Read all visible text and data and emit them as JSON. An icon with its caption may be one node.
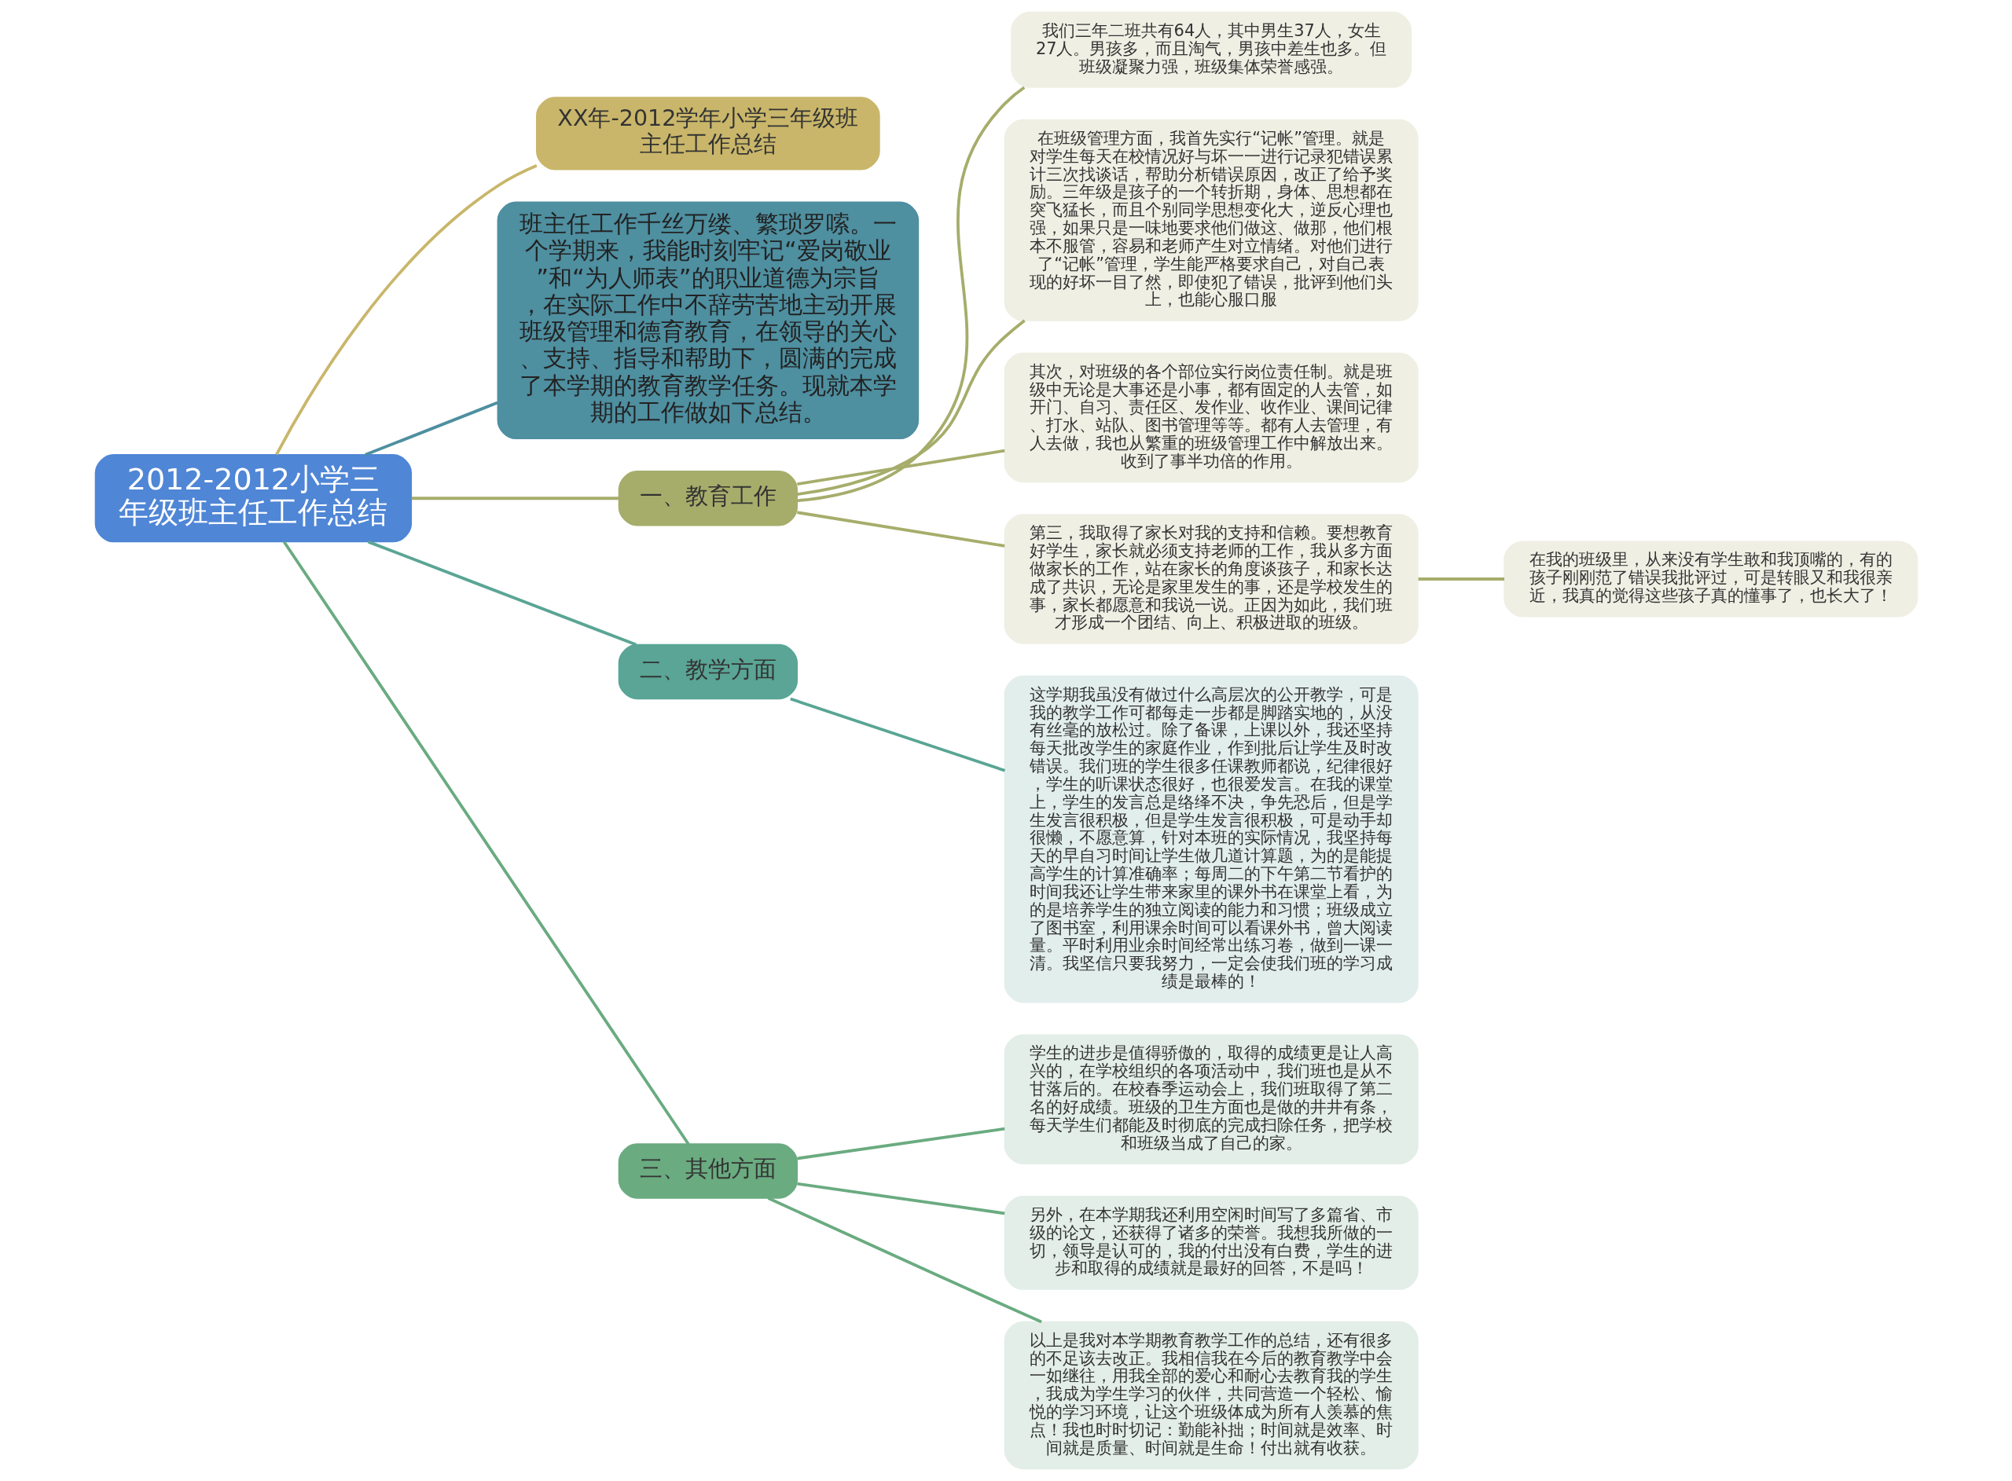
{
  "diagram": {
    "nodes": [
      {
        "text": [
          "2012-2012小学三年级班主任工作总结"
        ]
      },
      {
        "text": [
          "XX年-2012学年小学三年级班主任工作总结"
        ]
      },
      {
        "text": [
          "班主任工作千丝万缕、繁琐罗嗦。一个学期来，我能时刻牢记“爱岗敬业”和“为人师表”的职业道德为宗旨，在实际工作中不辞劳苦地主动开展班级管理和德育教育，在领导的关心、支持、指导和帮助下，圆满的完成了本学期的教育教学任务。现就本学期的工作做如下总结。"
        ]
      },
      {
        "text": [
          "一、教育工作"
        ]
      },
      {
        "text": [
          "我们三年二班共有64人，其中男生37人，女生27人。男孩多，而且淘气，男孩中差生也多。但班级凝聚力强，班级集体荣誉感强。"
        ]
      },
      {
        "text": [
          "在班级管理方面，我首先实行“记帐”管理。就是对学生每天在校情况好与坏一一进行记录犯错误累计三次找谈话，帮助分析错误原因，改正了给予奖励。三年级是孩子的一个转折期，身体、思想都在突飞猛长，而且个别同学思想变化大，逆反心理也强，如果只是一味地要求他们做这、做那，他们根本不服管，容易和老师产生对立情绪。对他们进行了“记帐”管理，学生能严格要求自己，对自己表现的好坏一目了然，即使犯了错误，批评到他们头上，也能心服口服"
        ]
      },
      {
        "text": [
          "其次，对班级的各个部位实行岗位责任制。就是班级中无论是大事还是小事，都有固定的人去管，如开门、自习、责任区、发作业、收作业、课间记律、打水、站队、图书管理等等。都有人去管理，有人去做，我也从繁重的班级管理工作中解放出来。收到了事半功倍的作用。"
        ]
      },
      {
        "text": [
          "第三，我取得了家长对我的支持和信赖。要想教育好学生，家长就必须支持老师的工作，我从多方面做家长的工作，站在家长的角度谈孩子，和家长达成了共识，无论是家里发生的事，还是学校发生的事，家长都愿意和我说一说。正因为如此，我们班才形成一个团结、向上、积极进取的班级。"
        ]
      },
      {
        "text": [
          "在我的班级里，从来没有学生敢和我顶嘴的，有的孩子刚刚范了错误我批评过，可是转眼又和我很亲近，我真的觉得这些孩子真的懂事了，也长大了！"
        ]
      },
      {
        "text": [
          "二、教学方面"
        ]
      },
      {
        "text": [
          "这学期我虽没有做过什么高层次的公开教学，可是我的教学工作可都每走一步都是脚踏实地的，从没有丝毫的放松过。除了备课，上课以外，我还坚持每天批改学生的家庭作业，作到批后让学生及时改错误。我们班的学生很多任课教师都说，纪律很好，学生的听课状态很好，也很爱发言。在我的课堂上，学生的发言总是络绎不决，争先恐后，但是学生发言很积极，但是学生发言很积极，可是动手却很懒，不愿意算，针对本班的实际情况，我坚持每天的早自习时间让学生做几道计算题，为的是能提高学生的计算准确率；每周二的下午第二节看护的时间我还让学生带来家里的课外书在课堂上看，为的是培养学生的独立阅读的能力和习惯；班级成立了图书室，利用课余时间可以看课外书，曾大阅读量。平时利用业余时间经常出练习卷，做到一课一清。我坚信只要我努力，一定会使我们班的学习成绩是最棒的！"
        ]
      },
      {
        "text": [
          "三、其他方面"
        ]
      },
      {
        "text": [
          "学生的进步是值得骄傲的，取得的成绩更是让人高兴的，在学校组织的各项活动中，我们班也是从不甘落后的。在校春季运动会上，我们班取得了第二名的好成绩。班级的卫生方面也是做的井井有条，每天学生们都能及时彻底的完成扫除任务，把学校和班级当成了自己的家。"
        ]
      },
      {
        "text": [
          "另外，在本学期我还利用空闲时间写了多篇省、市级的论文，还获得了诸多的荣誉。我想我所做的一切，领导是认可的，我的付出没有白费，学生的进步和取得的成绩就是最好的回答，不是吗！"
        ]
      },
      {
        "text": [
          "以上是我对本学期教育教学工作的总结，还有很多的不足该去改正。我相信我在今后的教育教学中会一如继往，用我全部的爱心和耐心去教育我的学生，我成为学生学习的伙伴，共同营造一个轻松、愉悦的学习环境，让这个班级体成为所有人羡慕的焦点！我也时时切记：勤能补拙；时间就是效率、时间就是质量、时间就是生命！付出就有收获。"
        ]
      }
    ],
    "edges": [
      {
        "from": 0,
        "to": 1,
        "arrow": "none",
        "color": "#c9b66a"
      },
      {
        "from": 0,
        "to": 2,
        "arrow": "none",
        "color": "#4e8fa0"
      },
      {
        "from": 0,
        "to": 3,
        "arrow": "none",
        "color": "#a6ad6b"
      },
      {
        "from": 3,
        "to": 4,
        "arrow": "none",
        "color": "#a6ad6b"
      },
      {
        "from": 3,
        "to": 5,
        "arrow": "none",
        "color": "#a6ad6b"
      },
      {
        "from": 3,
        "to": 6,
        "arrow": "none",
        "color": "#a6ad6b"
      },
      {
        "from": 3,
        "to": 7,
        "arrow": "none",
        "color": "#a6ad6b"
      },
      {
        "from": 7,
        "to": 8,
        "arrow": "none",
        "color": "#a6ad6b"
      },
      {
        "from": 0,
        "to": 9,
        "arrow": "none",
        "color": "#5aa595"
      },
      {
        "from": 9,
        "to": 10,
        "arrow": "none",
        "color": "#5aa595"
      },
      {
        "from": 0,
        "to": 11,
        "arrow": "none",
        "color": "#6aab80"
      },
      {
        "from": 11,
        "to": 12,
        "arrow": "none",
        "color": "#6aab80"
      },
      {
        "from": 11,
        "to": 13,
        "arrow": "none",
        "color": "#6aab80"
      },
      {
        "from": 11,
        "to": 14,
        "arrow": "none",
        "color": "#6aab80"
      }
    ]
  }
}
